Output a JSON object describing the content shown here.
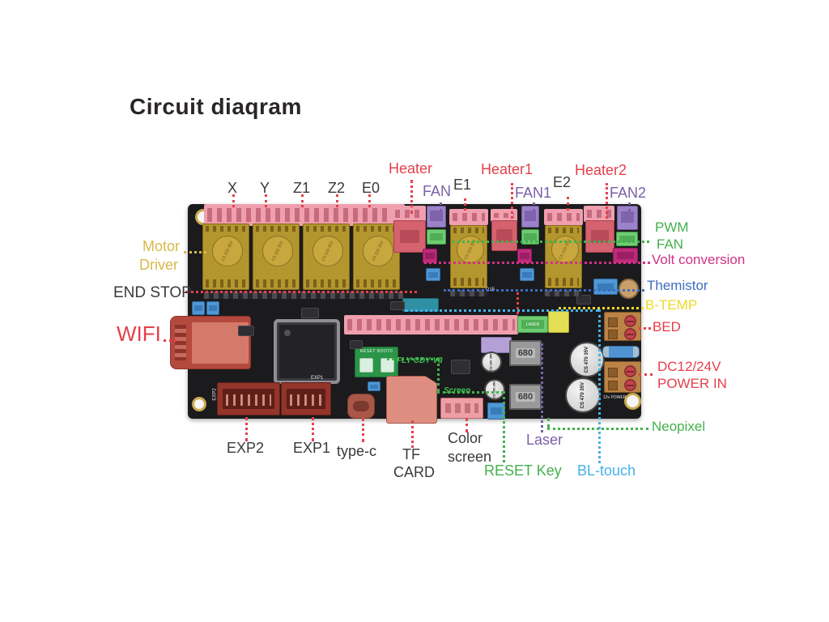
{
  "title": "Circuit diaqram",
  "labels": {
    "x": "X",
    "y": "Y",
    "z1": "Z1",
    "z2": "Z2",
    "e0": "E0",
    "heater": "Heater",
    "fan_top": "FAN",
    "e1": "E1",
    "heater1": "Heater1",
    "fan1": "FAN1",
    "e2": "E2",
    "heater2": "Heater2",
    "fan2": "FAN2",
    "pwm": "PWM",
    "fan_right": "FAN",
    "volt_conversion": "Volt conversion",
    "themistor": "Themistor",
    "b_temp": "B-TEMP",
    "bed": "BED",
    "power_line1": "DC12/24V",
    "power_line2": "POWER IN",
    "neopixel": "Neopixel",
    "motor_line1": "Motor",
    "motor_line2": "Driver",
    "end_stop": "END STOP",
    "wifi": "WIFI",
    "exp2": "EXP2",
    "exp1": "EXP1",
    "type_c": "type-c",
    "tf_line1": "TF",
    "tf_line2": "CARD",
    "color_line1": "Color",
    "color_line2": "screen",
    "laser": "Laser",
    "reset_key": "RESET Key",
    "bl_touch": "BL-touch"
  },
  "board_silk": {
    "model": "FLY CDY V3",
    "reset": "RESET BOOT0",
    "screen": "Screen",
    "power": "12v POWER",
    "d15": "D15",
    "laser": "LASER",
    "exp2_silk": "EXP2",
    "exp1_silk": "EXP1",
    "inductor": "680",
    "cap_large": "CS 470 35V",
    "cap_small": "CS 100 35V",
    "cap_driver": "CS 220 35V"
  },
  "colors": {
    "label_red": "#e4404b",
    "label_purple": "#7a5fa8",
    "label_green": "#44b04e",
    "label_magenta": "#d13084",
    "label_blue": "#3e6cc0",
    "label_yellow": "#eed929",
    "label_light_blue": "#45b1e8",
    "label_gold": "#d9b84a",
    "label_black": "#3a3a3a",
    "pcb": "#1b1b1d",
    "connector_pink": "#ef9fae",
    "connector_red": "#d5626f",
    "connector_purple": "#9c82c8",
    "connector_green": "#6fcc72",
    "connector_magenta": "#bf2a7c",
    "connector_blue": "#4f97d6",
    "driver_gold": "#b3962e"
  }
}
